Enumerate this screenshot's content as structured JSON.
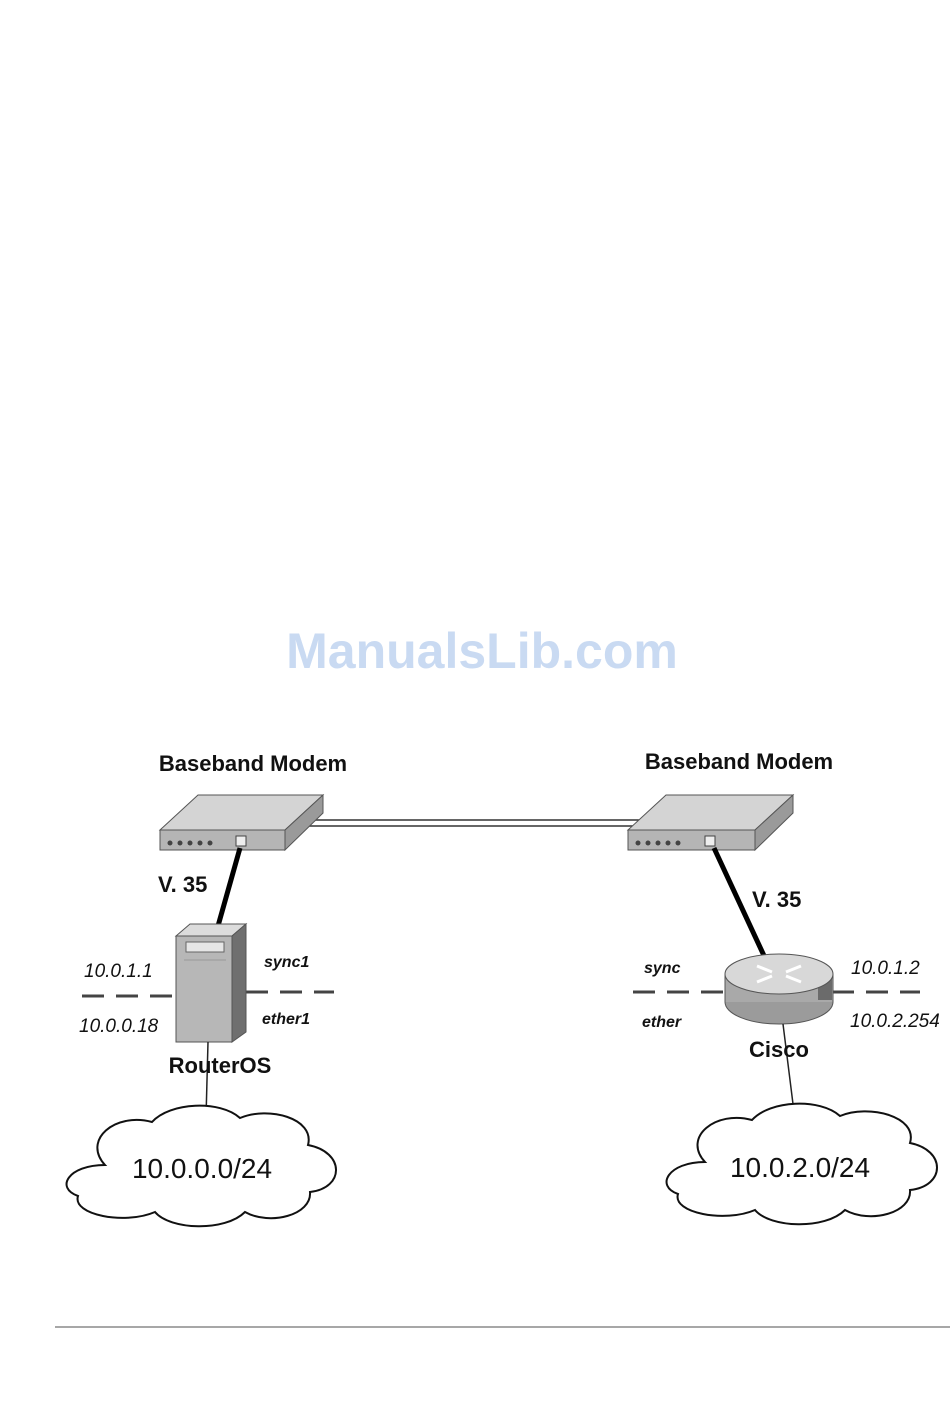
{
  "watermark": "ManualsLib.com",
  "modems": {
    "left_label": "Baseband Modem",
    "right_label": "Baseband Modem"
  },
  "links": {
    "left_v35": "V. 35",
    "right_v35": "V. 35"
  },
  "routeros": {
    "name": "RouterOS",
    "sync_iface": "sync1",
    "ether_iface": "ether1",
    "sync_ip": "10.0.1.1",
    "ether_ip": "10.0.0.18"
  },
  "cisco": {
    "name": "Cisco",
    "sync_iface": "sync",
    "ether_iface": "ether",
    "sync_ip": "10.0.1.2",
    "ether_ip": "10.0.2.254"
  },
  "networks": {
    "left": "10.0.0.0/24",
    "right": "10.0.2.0/24"
  },
  "colors": {
    "device_gray": "#b8b8b8",
    "device_dark": "#7d7d7d",
    "watermark": "#c9daf2",
    "line": "#111111"
  }
}
